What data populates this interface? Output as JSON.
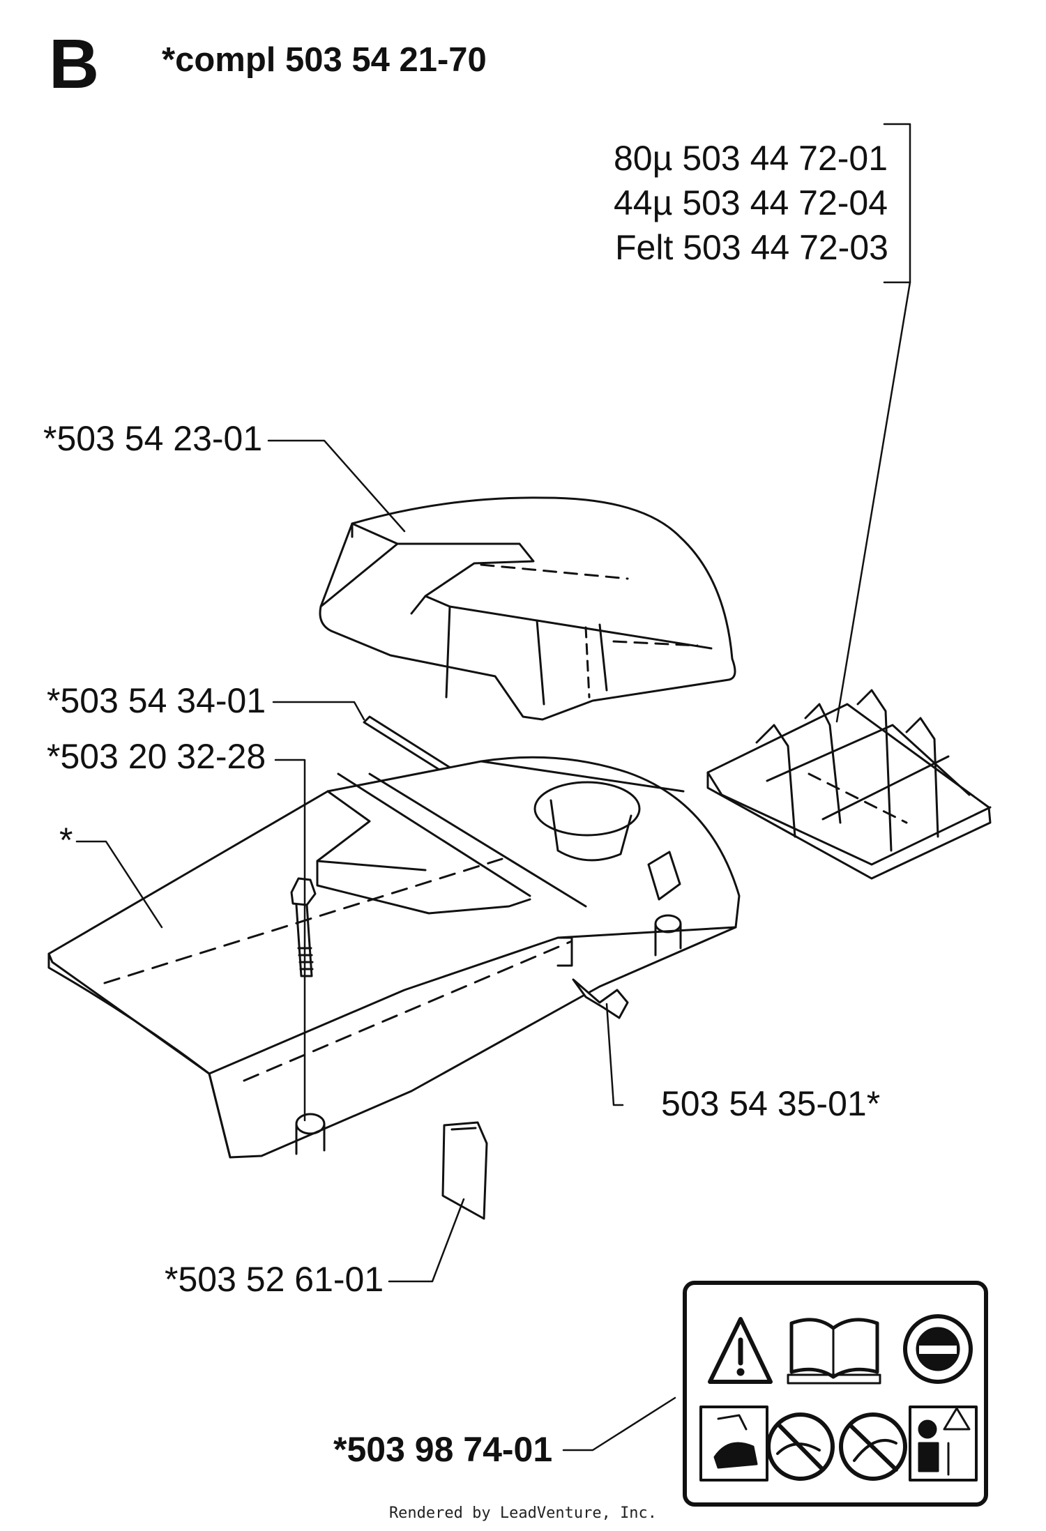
{
  "header": {
    "section_letter": "B",
    "assembly": "*compl 503 54 21-70"
  },
  "filter_options": [
    "80µ 503 44 72-01",
    "44µ 503 44 72-04",
    "Felt 503 44 72-03"
  ],
  "callouts": {
    "top_cover": "*503 54 23-01",
    "strip": "*503 54 34-01",
    "screw": "*503 20 32-28",
    "housing": "*",
    "clip": "503 54 35-01*",
    "plate": "*503 52 61-01",
    "decal": "*503 98 74-01"
  },
  "footer": {
    "credit": "Rendered by LeadVenture, Inc."
  },
  "colors": {
    "line": "#111111",
    "background": "#ffffff"
  },
  "icons": [
    "warning-triangle-icon",
    "manual-book-icon",
    "protective-gear-icon",
    "kickback-hazard-icon",
    "no-one-hand-icon",
    "no-cut-icon",
    "safety-warning-icon"
  ]
}
